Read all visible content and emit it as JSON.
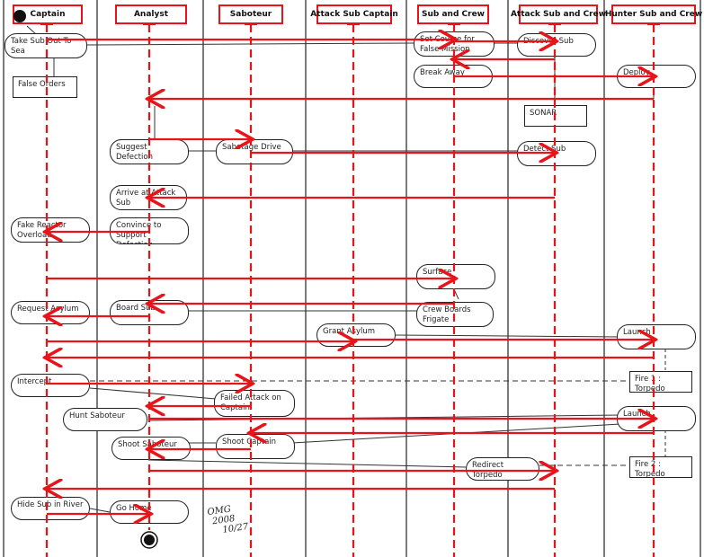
{
  "lanes": [
    "Captain",
    "Analyst",
    "Saboteur",
    "Attack Sub Captain",
    "Sub and Crew",
    "Attack Sub and Crew",
    "Hunter Sub and Crew"
  ],
  "activities": {
    "take_sub_out": "Take Sub Out To Sea",
    "false_orders": "False Orders",
    "set_course": "Set Course for False Mission",
    "discover_sub": "Discover Sub",
    "break_away": "Break Away",
    "deploy": "Deploy",
    "sonar": "SONAR",
    "suggest_defection": "Suggest Defection",
    "sabotage_drive": "Sabotage Drive",
    "detect_sub": "Detect Sub",
    "arrive_attack_sub": "Arrive at Attack Sub",
    "fake_reactor": "Fake Reactor Overload",
    "convince_defection": "Convince to Support Defection",
    "surface": "Surface",
    "request_asylum": "Request Asylum",
    "board_sub": "Board Sub",
    "crew_boards": "Crew Boards Frigate",
    "grant_asylum": "Grant Asylum",
    "launch_1": "Launch",
    "intercept": "Intercept",
    "fire_1": "Fire 1 : Torpedo",
    "failed_attack": "Failed Attack on Captain",
    "hunt_saboteur": "Hunt Saboteur",
    "launch_2": "Launch",
    "shoot_saboteur": "Shoot Saboteur",
    "shoot_captain": "Shoot Captain",
    "redirect_torpedo": "Redirect Torpedo",
    "fire_2": "Fire 2 : Torpedo",
    "hide_sub": "Hide Sub in River",
    "go_home": "Go Home"
  },
  "signature": {
    "line1": "OMG",
    "line2": "2008",
    "line3": "10/27"
  },
  "colors": {
    "annotation": "#e8141a",
    "ink": "#222222"
  }
}
